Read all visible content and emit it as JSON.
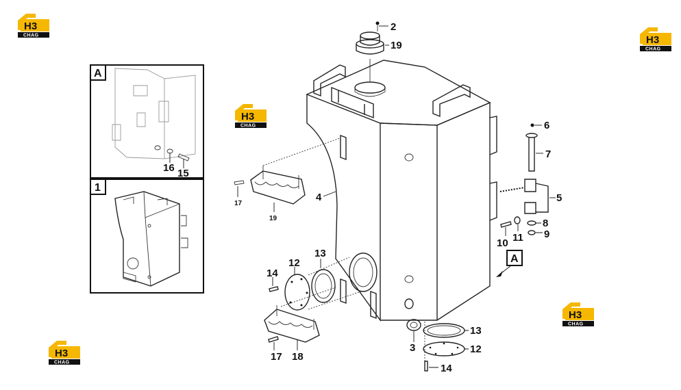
{
  "watermark": {
    "brand_top": "H3",
    "brand_bottom": "CHAG",
    "color": "#f5b700"
  },
  "insets": [
    {
      "letter": "A"
    },
    {
      "letter": "1"
    }
  ],
  "view_marker": "A",
  "callouts": {
    "c2": "2",
    "c19top": "19",
    "c6": "6",
    "c7": "7",
    "c5": "5",
    "c8": "8",
    "c9": "9",
    "c10": "10",
    "c11": "11",
    "c4": "4",
    "c17a": "17",
    "c19b": "19",
    "c14a": "14",
    "c12a": "12",
    "c13a": "13",
    "c17b": "17",
    "c18": "18",
    "c3": "3",
    "c13b": "13",
    "c12b": "12",
    "c14b": "14",
    "c16": "16",
    "c15": "15"
  }
}
